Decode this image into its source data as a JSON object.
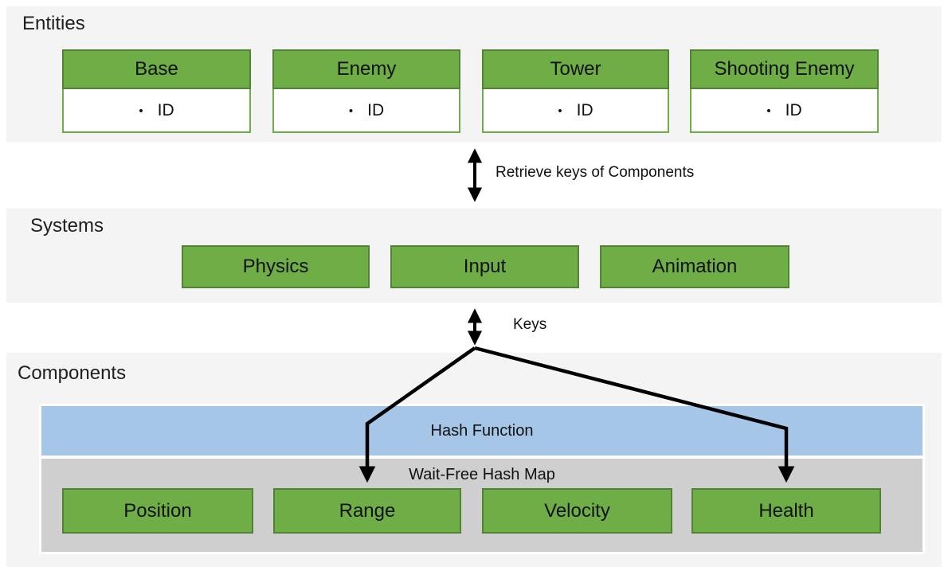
{
  "colors": {
    "box_green": "#6fad47",
    "box_green_border": "#538135",
    "hash_function_blue": "#a6c6e8",
    "hash_map_gray": "#cfcfcf",
    "section_background": "#f4f4f4",
    "arrow_black": "#000000"
  },
  "sections": {
    "entities": {
      "label": "Entities",
      "bullet_char": "•",
      "cards": [
        {
          "title": "Base",
          "bullet_item": "ID"
        },
        {
          "title": "Enemy",
          "bullet_item": "ID"
        },
        {
          "title": "Tower",
          "bullet_item": "ID"
        },
        {
          "title": "Shooting Enemy",
          "bullet_item": "ID"
        }
      ]
    },
    "systems": {
      "label": "Systems",
      "boxes": [
        {
          "title": "Physics"
        },
        {
          "title": "Input"
        },
        {
          "title": "Animation"
        }
      ]
    },
    "components": {
      "label": "Components",
      "hash_function_label": "Hash Function",
      "hash_map_label": "Wait-Free Hash Map",
      "boxes": [
        {
          "title": "Position"
        },
        {
          "title": "Range"
        },
        {
          "title": "Velocity"
        },
        {
          "title": "Health"
        }
      ]
    }
  },
  "arrows": {
    "entities_systems_label": "Retrieve keys of Components",
    "systems_components_label": "Keys"
  }
}
